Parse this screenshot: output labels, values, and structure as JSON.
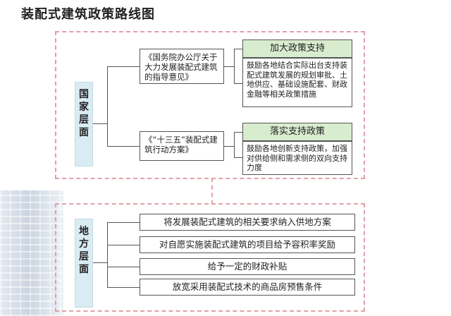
{
  "title": "装配式建筑政策路线图",
  "national": {
    "label": "国家层面",
    "documents": [
      {
        "text": "《国务院办公厅关于大力发展装配式建筑的指导意见》",
        "policy_head": "加大政策支持",
        "policy_body": "鼓励各地结合实际出台支持装配式建筑发展的规划审批、土地供应、基础设施配套、财政金融等相关政策措施"
      },
      {
        "text": "《“十三五”装配式建筑行动方案》",
        "policy_head": "落实支持政策",
        "policy_body": "鼓励各地创新支持政策，加强对供给侧和需求侧的双向支持力度"
      }
    ]
  },
  "local": {
    "label": "地方层面",
    "items": [
      "将发展装配式建筑的相关要求纳入供地方案",
      "对自愿实施装配式建筑的项目给予容积率奖励",
      "给予一定的财政补贴",
      "放宽采用装配式技术的商品房预售条件"
    ]
  },
  "colors": {
    "dashed_border": "#e0a0a8",
    "level_label_bg": "#d9ebf3",
    "policy_head_bg": "#d8ecce",
    "line": "#555555"
  }
}
